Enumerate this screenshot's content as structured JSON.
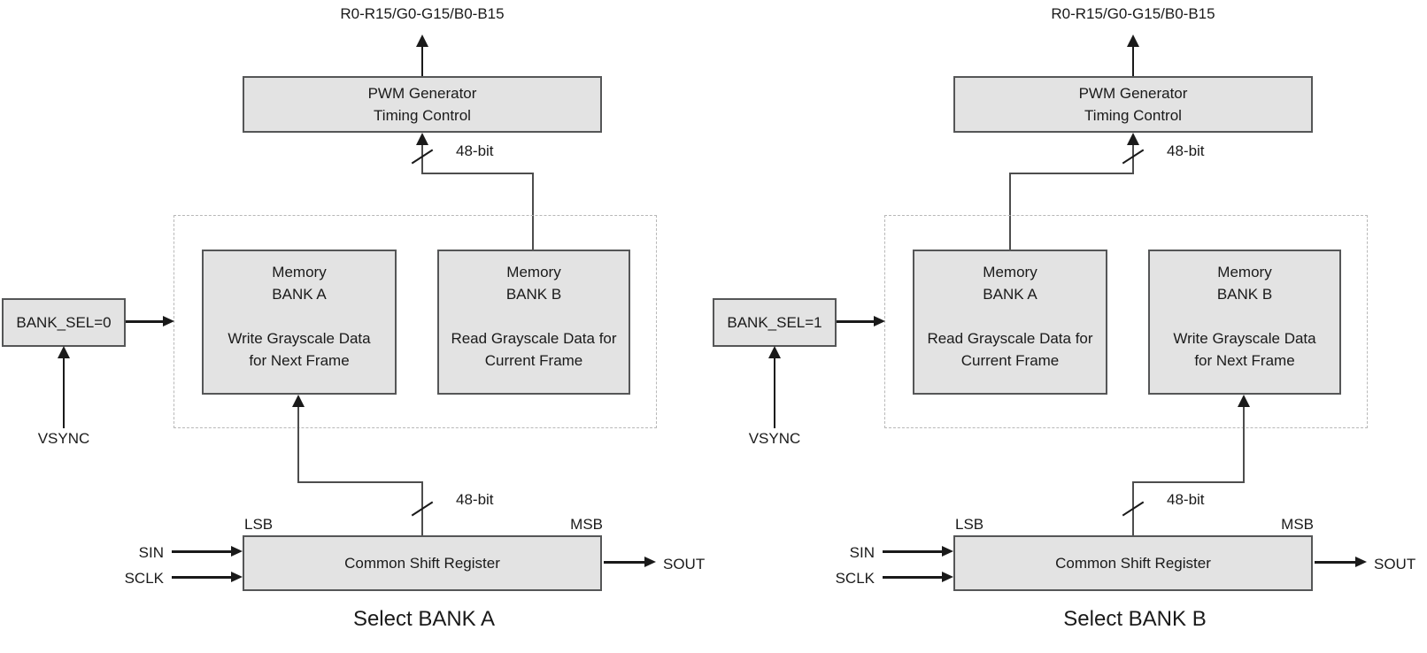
{
  "colors": {
    "box_fill": "#e3e3e3",
    "box_border": "#555657",
    "dashed_border": "#b8b8b8",
    "line_color": "#1a1a1a",
    "connector_color": "#4d4d4d"
  },
  "diagrams": [
    {
      "io_label": "R0-R15/G0-G15/B0-B15",
      "pwm": {
        "line1": "PWM Generator",
        "line2": "Timing Control"
      },
      "bus_top": "48-bit",
      "bus_bottom": "48-bit",
      "bank_a": {
        "name_line1": "Memory",
        "name_line2": "BANK A",
        "desc_line1": "Write Grayscale Data",
        "desc_line2": "for Next Frame"
      },
      "bank_b": {
        "name_line1": "Memory",
        "name_line2": "BANK B",
        "desc_line1": "Read Grayscale Data for",
        "desc_line2": "Current Frame"
      },
      "bank_sel": "BANK_SEL=0",
      "vsync": "VSYNC",
      "lsb": "LSB",
      "msb": "MSB",
      "shift_register": "Common Shift Register",
      "sin": "SIN",
      "sclk": "SCLK",
      "sout": "SOUT",
      "caption": "Select BANK A"
    },
    {
      "io_label": "R0-R15/G0-G15/B0-B15",
      "pwm": {
        "line1": "PWM Generator",
        "line2": "Timing Control"
      },
      "bus_top": "48-bit",
      "bus_bottom": "48-bit",
      "bank_a": {
        "name_line1": "Memory",
        "name_line2": "BANK A",
        "desc_line1": "Read Grayscale Data for",
        "desc_line2": "Current Frame"
      },
      "bank_b": {
        "name_line1": "Memory",
        "name_line2": "BANK B",
        "desc_line1": "Write Grayscale Data",
        "desc_line2": "for Next Frame"
      },
      "bank_sel": "BANK_SEL=1",
      "vsync": "VSYNC",
      "lsb": "LSB",
      "msb": "MSB",
      "shift_register": "Common Shift Register",
      "sin": "SIN",
      "sclk": "SCLK",
      "sout": "SOUT",
      "caption": "Select BANK B"
    }
  ]
}
